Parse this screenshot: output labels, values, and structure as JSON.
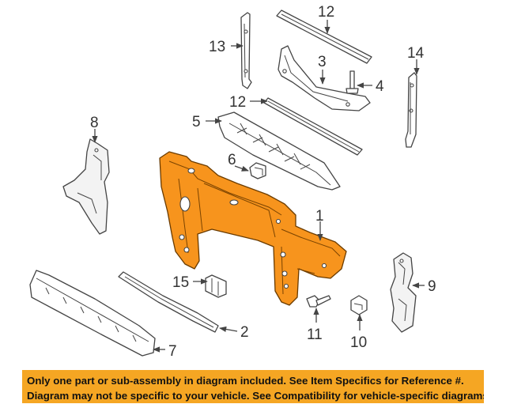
{
  "diagram": {
    "colors": {
      "highlight": "#f7941d",
      "line": "#444444",
      "banner": "#f5a623"
    },
    "callouts": [
      {
        "id": "1",
        "text": "1"
      },
      {
        "id": "2",
        "text": "2"
      },
      {
        "id": "3",
        "text": "3"
      },
      {
        "id": "4",
        "text": "4"
      },
      {
        "id": "5",
        "text": "5"
      },
      {
        "id": "6",
        "text": "6"
      },
      {
        "id": "7",
        "text": "7"
      },
      {
        "id": "8",
        "text": "8"
      },
      {
        "id": "9",
        "text": "9"
      },
      {
        "id": "10",
        "text": "10"
      },
      {
        "id": "11",
        "text": "11"
      },
      {
        "id": "12a",
        "text": "12"
      },
      {
        "id": "12b",
        "text": "12"
      },
      {
        "id": "13",
        "text": "13"
      },
      {
        "id": "14",
        "text": "14"
      },
      {
        "id": "15",
        "text": "15"
      }
    ]
  },
  "disclaimer": {
    "line1": "Only one part or sub-assembly in diagram included. See Item Specifics for Reference #.",
    "line2": "Diagram may not be specific to your vehicle. See Compatibility for vehicle-specific diagrams."
  }
}
